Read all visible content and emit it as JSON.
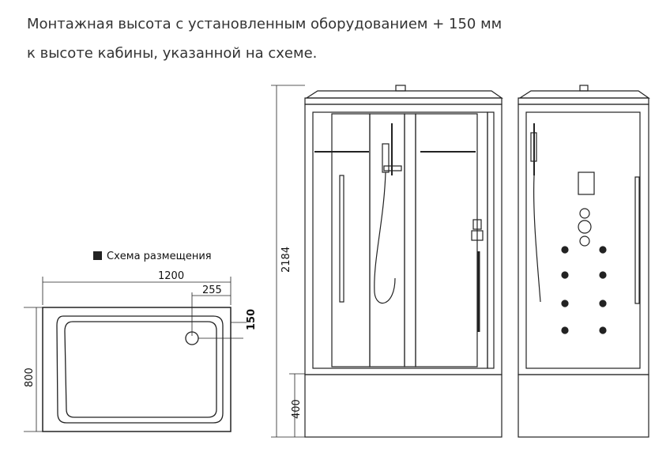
{
  "note": {
    "line1": "Монтажная высота с установленным оборудованием + 150 мм",
    "line2": "к высоте кабины,  указанной на схеме."
  },
  "layout_plan": {
    "legend": "Схема размещения",
    "width_label": "1200",
    "depth_label": "800",
    "drain_offset_label": "255",
    "drain_distance_label": "150"
  },
  "elevation": {
    "height_label": "2184",
    "base_height_label": "400"
  }
}
